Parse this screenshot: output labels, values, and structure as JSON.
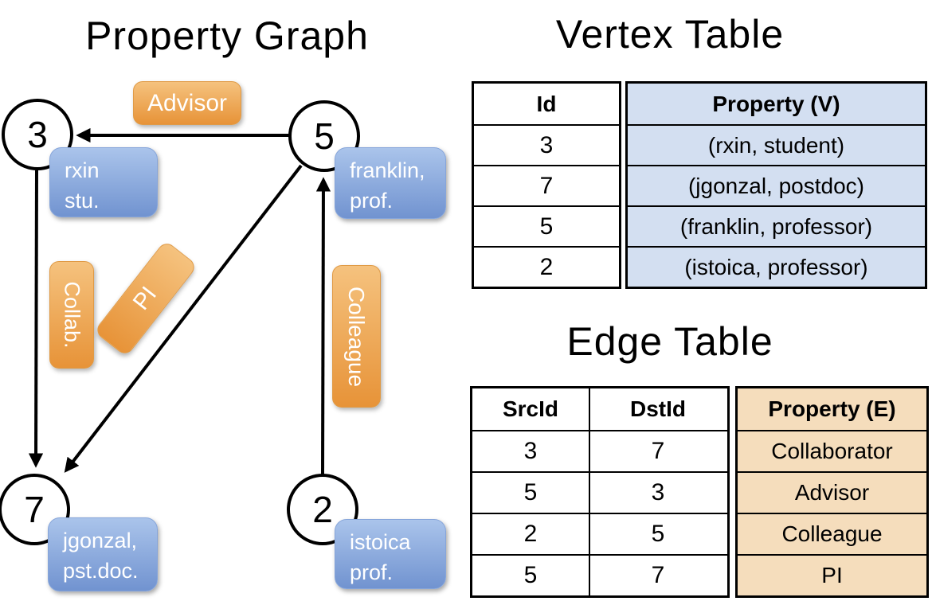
{
  "graph": {
    "title": "Property Graph",
    "nodes": {
      "n3": "3",
      "n5": "5",
      "n7": "7",
      "n2": "2"
    },
    "edge_labels": {
      "advisor": "Advisor",
      "collab": "Collab.",
      "pi": "PI",
      "colleague": "Colleague"
    },
    "property_boxes": {
      "rxin": {
        "line1": "rxin",
        "line2": "stu."
      },
      "franklin": {
        "line1": "franklin,",
        "line2": "prof."
      },
      "jgonzal": {
        "line1": "jgonzal,",
        "line2": "pst.doc."
      },
      "istoica": {
        "line1": "istoica",
        "line2": "prof."
      }
    }
  },
  "vertex_table": {
    "title": "Vertex Table",
    "columns": {
      "id": "Id",
      "property": "Property (V)"
    },
    "rows": [
      {
        "id": "3",
        "property": "(rxin, student)"
      },
      {
        "id": "7",
        "property": "(jgonzal, postdoc)"
      },
      {
        "id": "5",
        "property": "(franklin, professor)"
      },
      {
        "id": "2",
        "property": "(istoica, professor)"
      }
    ]
  },
  "edge_table": {
    "title": "Edge Table",
    "columns": {
      "src": "SrcId",
      "dst": "DstId",
      "property": "Property (E)"
    },
    "rows": [
      {
        "src": "3",
        "dst": "7",
        "property": "Collaborator"
      },
      {
        "src": "5",
        "dst": "3",
        "property": "Advisor"
      },
      {
        "src": "2",
        "dst": "5",
        "property": "Colleague"
      },
      {
        "src": "5",
        "dst": "7",
        "property": "PI"
      }
    ]
  },
  "colors": {
    "edge_label_orange_top": "#f5c27e",
    "edge_label_orange_bottom": "#e79338",
    "vertex_box_blue_top": "#aac4eb",
    "vertex_box_blue_bottom": "#7193d0",
    "vertex_table_fill": "#d3dff1",
    "edge_table_fill": "#f5ddbc",
    "line_color": "#000000"
  }
}
